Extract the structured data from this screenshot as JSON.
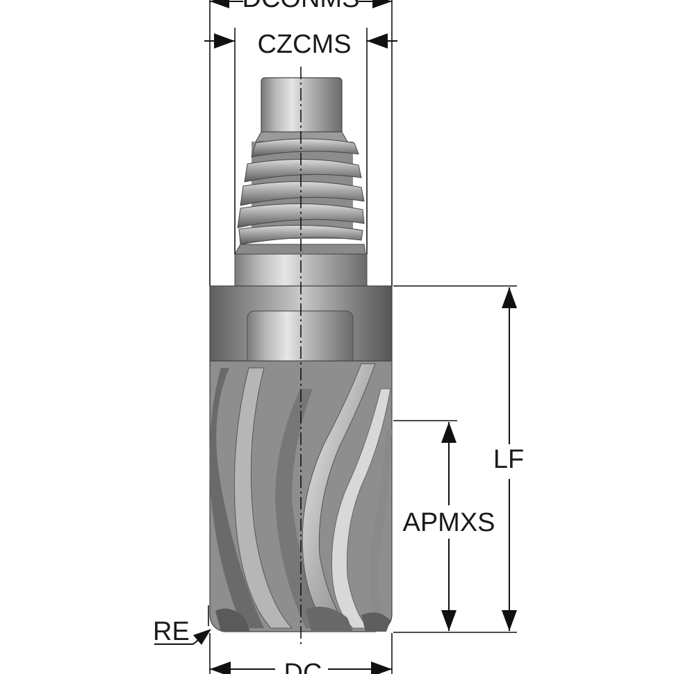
{
  "labels": {
    "dconms": "DCONMS",
    "czcms": "CZCMS",
    "lf": "LF",
    "apmxs": "APMXS",
    "re": "RE",
    "dc": "DC"
  },
  "colors": {
    "line": "#111111",
    "background": "#ffffff",
    "metal_dark": "#6e6e6e",
    "metal_mid": "#a4a4a4",
    "metal_light": "#e2e2e2"
  },
  "icons": {
    "cutter": "milling-cutter-head",
    "thread": "threaded-shank"
  }
}
